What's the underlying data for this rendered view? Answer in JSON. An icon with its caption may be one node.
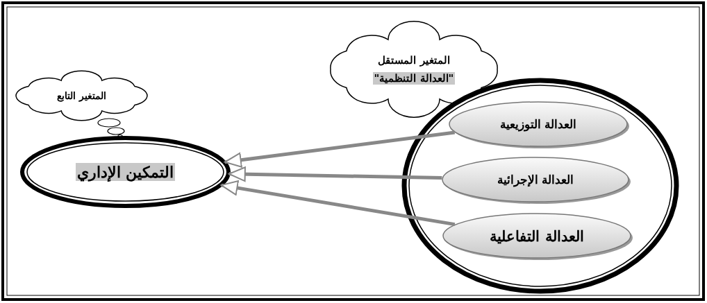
{
  "diagram": {
    "nodes": [
      {
        "text": [
          "المتغير المستقل",
          "\"العدالة التنظمية\""
        ]
      },
      {
        "text": [
          "المتغير التابع"
        ]
      },
      {
        "text": [
          "التمكين الإداري"
        ]
      },
      {
        "text": [],
        "shape": "circle"
      },
      {
        "text": [
          "العدالة التوزيعية"
        ],
        "in": 3
      },
      {
        "text": [
          "العدالة الإجرائية"
        ],
        "in": 3
      },
      {
        "text": [
          "العدالة التفاعلية"
        ],
        "in": 3
      }
    ],
    "edges": [
      {
        "from": 4,
        "to": 2,
        "arrow": "to"
      },
      {
        "from": 5,
        "to": 2,
        "arrow": "to"
      },
      {
        "from": 6,
        "to": 2,
        "arrow": "to"
      }
    ]
  }
}
